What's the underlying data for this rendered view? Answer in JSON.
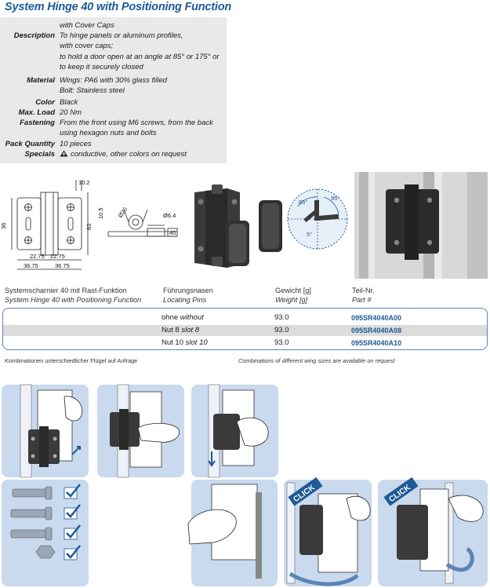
{
  "title": "System Hinge 40 with Positioning Function",
  "specs": [
    {
      "label": "",
      "lines": [
        "with Cover Caps"
      ]
    },
    {
      "label": "Description",
      "lines": [
        "To hinge panels or aluminum profiles,",
        "with cover caps;",
        "to hold a door open at an angle at 85° or 175° or",
        "to keep it securely closed"
      ]
    },
    {
      "label": "Material",
      "lines": [
        "Wings: PA6 with 30% glass filled",
        "Bolt: Stainless steel"
      ]
    },
    {
      "label": "Color",
      "lines": [
        "Black"
      ]
    },
    {
      "label": "Max. Load",
      "lines": [
        "20 Nm"
      ]
    },
    {
      "label": "Fastening",
      "lines": [
        "From the front using M6 screws, from the back",
        "using hexagon nuts and bolts"
      ]
    },
    {
      "label": "Pack Quantity",
      "lines": [
        "10 pieces"
      ]
    },
    {
      "label": "Specials",
      "lines": [
        "conductive, other colors on request"
      ]
    }
  ],
  "drawing": {
    "dims": [
      "10.2",
      "36",
      "63",
      "10.5",
      "22.75",
      "22.75",
      "36.75",
      "36.75",
      "Ø20",
      "Ø6.4",
      "40"
    ],
    "angles": [
      "85°",
      "95°",
      "5°"
    ]
  },
  "table": {
    "headers": [
      {
        "de": "Systemscharnier 40 mit Rast-Funktion",
        "en": "System Hinge 40 with Positioning Function"
      },
      {
        "de": "Führungsnasen",
        "en": "Locating Pins"
      },
      {
        "de": "Gewicht [g]",
        "en": "Weight [g]"
      },
      {
        "de": "Teil-Nr.",
        "en": "Part #"
      }
    ],
    "rows": [
      {
        "pins_de": "ohne",
        "pins_en": "without",
        "weight": "93.0",
        "part": "095SR4040A00"
      },
      {
        "pins_de": "Nut 8",
        "pins_en": "slot 8",
        "weight": "93.0",
        "part": "095SR4040A08"
      },
      {
        "pins_de": "Nut 10",
        "pins_en": "slot 10",
        "weight": "93.0",
        "part": "095SR4040A10"
      }
    ]
  },
  "notes": {
    "de": "Kombinationen unterschiedlicher Flügel auf Anfrage",
    "en": "Combinations of different wing sizes are available on request"
  },
  "illustration": {
    "click_label": "CLICK"
  },
  "colors": {
    "title_blue": "#1d5a96",
    "panel_blue": "#c9d9ee",
    "spec_bg": "#e9e9e9",
    "part_blue": "#1d5a96"
  }
}
